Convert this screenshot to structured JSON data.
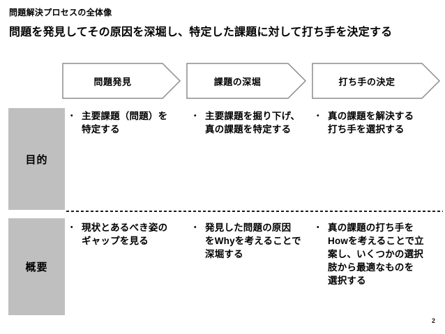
{
  "slide": {
    "kicker": "問題解決プロセスの全体像",
    "title": "問題を発見してその原因を深堀し、特定した課題に対して打ち手を決定する",
    "page_number": "2"
  },
  "process": {
    "steps": [
      {
        "label": "問題発見"
      },
      {
        "label": "課題の深堀"
      },
      {
        "label": "打ち手の決定"
      }
    ]
  },
  "table": {
    "bullet": "•",
    "rows": [
      {
        "header": "目的",
        "cells": [
          {
            "text": "主要課題（問題）を\n特定する"
          },
          {
            "text": "主要課題を掘り下げ、\n真の課題を特定する"
          },
          {
            "text": "真の課題を解決する\n打ち手を選択する"
          }
        ]
      },
      {
        "header": "概要",
        "cells": [
          {
            "text": "現状とあるべき姿の\nギャップを見る"
          },
          {
            "text": "発見した問題の原因\nをWhyを考えることで\n深堀する"
          },
          {
            "text": "真の課題の打ち手を\nHowを考えることで立\n案し、いくつかの選択\n肢から最適なものを\n選択する"
          }
        ]
      }
    ]
  },
  "colors": {
    "row_header_bg": "#bfbfbf",
    "chevron_border": "#8c8c8c",
    "chevron_fill": "#ffffff",
    "text": "#000000",
    "background": "#ffffff"
  }
}
